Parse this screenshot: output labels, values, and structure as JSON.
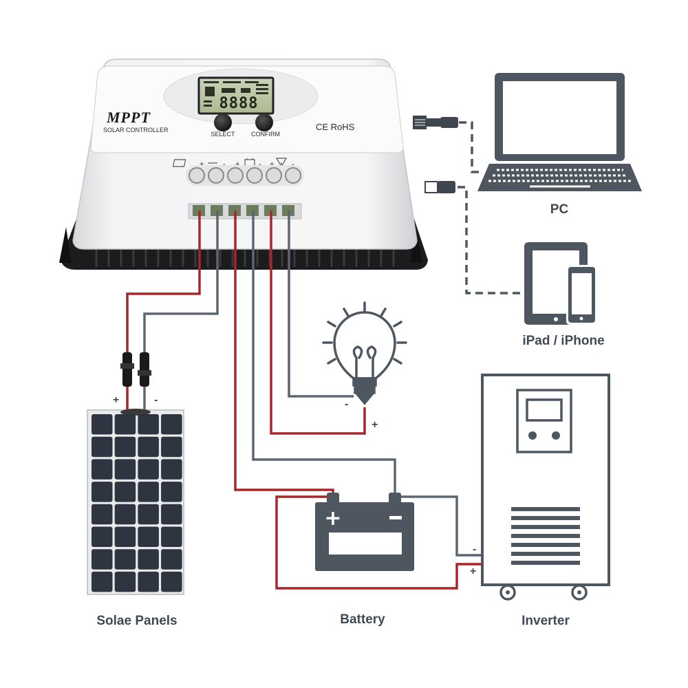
{
  "controller": {
    "brand": "MPPT",
    "model": "SOLAR CONTROLLER",
    "lcd_digits": "8888",
    "select_label": "SELECT",
    "confirm_label": "CONFIRM",
    "cert_label": "CE RoHS",
    "plus_sign": "+",
    "minus_sign": "-"
  },
  "labels": {
    "pc": "PC",
    "mobile": "iPad / iPhone",
    "panels": "Solae Panels",
    "battery": "Battery",
    "inverter": "Inverter"
  },
  "polarity": {
    "panel_plus": "+",
    "panel_minus": "-",
    "lamp_minus": "-",
    "lamp_plus": "+",
    "inverter_minus": "-",
    "inverter_plus": "+"
  },
  "colors": {
    "positive_wire": "#a8262a",
    "negative_wire": "#5d6670",
    "icon": "#4e5660",
    "label": "#3f4a55"
  }
}
